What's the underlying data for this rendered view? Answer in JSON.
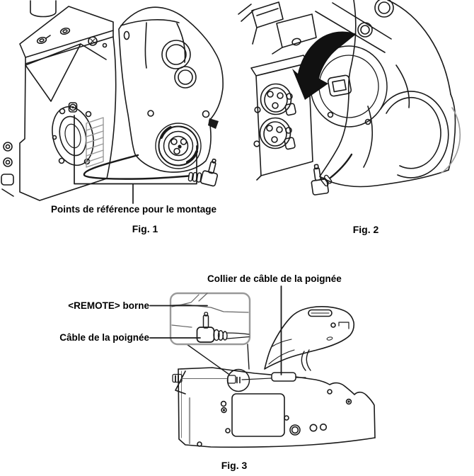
{
  "page": {
    "type": "manual-illustration-page",
    "language": "fr"
  },
  "figures": {
    "fig1": {
      "caption": "Fig. 1",
      "label_reference_points": "Points de référence pour le montage",
      "illustration": "camera-body-and-handle-unit-with-mounting-reference-points"
    },
    "fig2": {
      "caption": "Fig. 2",
      "illustration": "handle-unit-rotation-with-xlr-connectors-and-arrow"
    },
    "fig3": {
      "caption": "Fig. 3",
      "label_cable_clamp": "Collier de câble de la poignée",
      "label_remote_terminal": "<REMOTE> borne",
      "label_handle_cable": "Câble de la poignée",
      "illustration": "camera-top-with-remote-plug-inset-detail"
    }
  },
  "colors": {
    "background": "#ffffff",
    "line": "#1a1a1a",
    "gray_line": "#999999",
    "text": "#000000"
  }
}
